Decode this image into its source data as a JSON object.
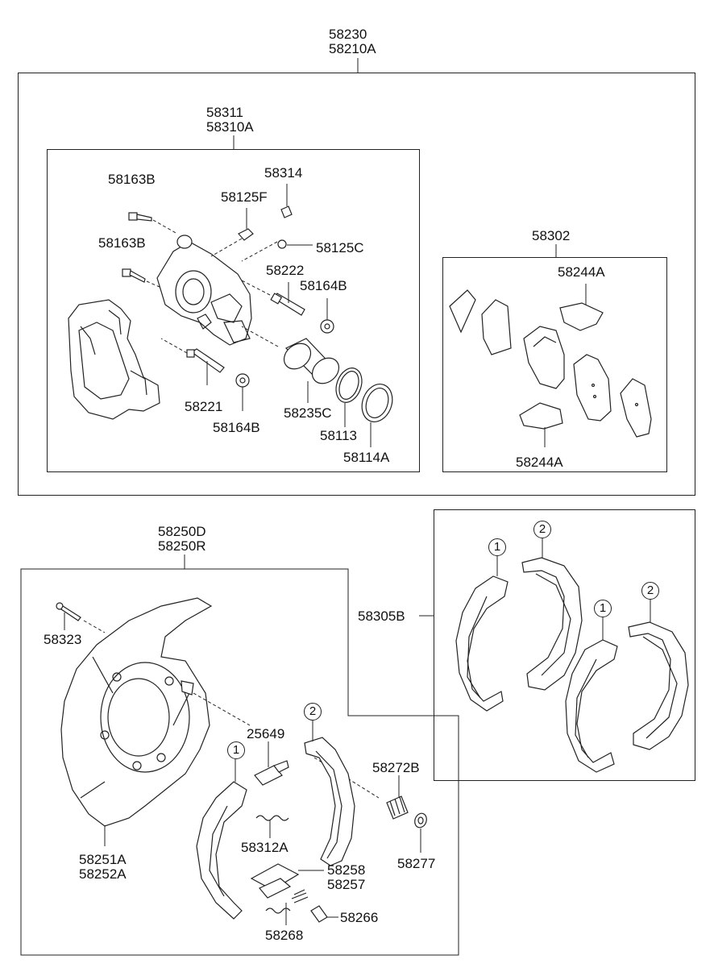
{
  "labels": {
    "l58230": "58230",
    "l58210A": "58210A",
    "l58311": "58311",
    "l58310A": "58310A",
    "l58163B_top": "58163B",
    "l58314": "58314",
    "l58125F": "58125F",
    "l58163B_mid": "58163B",
    "l58125C": "58125C",
    "l58222": "58222",
    "l58164B_top": "58164B",
    "l58221": "58221",
    "l58235C": "58235C",
    "l58164B_bot": "58164B",
    "l58113": "58113",
    "l58114A": "58114A",
    "l58302": "58302",
    "l58244A_top": "58244A",
    "l58244A_bot": "58244A",
    "l58250D": "58250D",
    "l58250R": "58250R",
    "l58323": "58323",
    "l25649": "25649",
    "l58272B": "58272B",
    "l58251A": "58251A",
    "l58252A": "58252A",
    "l58312A": "58312A",
    "l58277": "58277",
    "l58258": "58258",
    "l58257": "58257",
    "l58266": "58266",
    "l58268": "58268",
    "l58305B": "58305B"
  },
  "callouts": {
    "c1a": "1",
    "c2a": "2",
    "c1b": "1",
    "c2b": "2",
    "c1c": "1",
    "c2c": "2"
  }
}
